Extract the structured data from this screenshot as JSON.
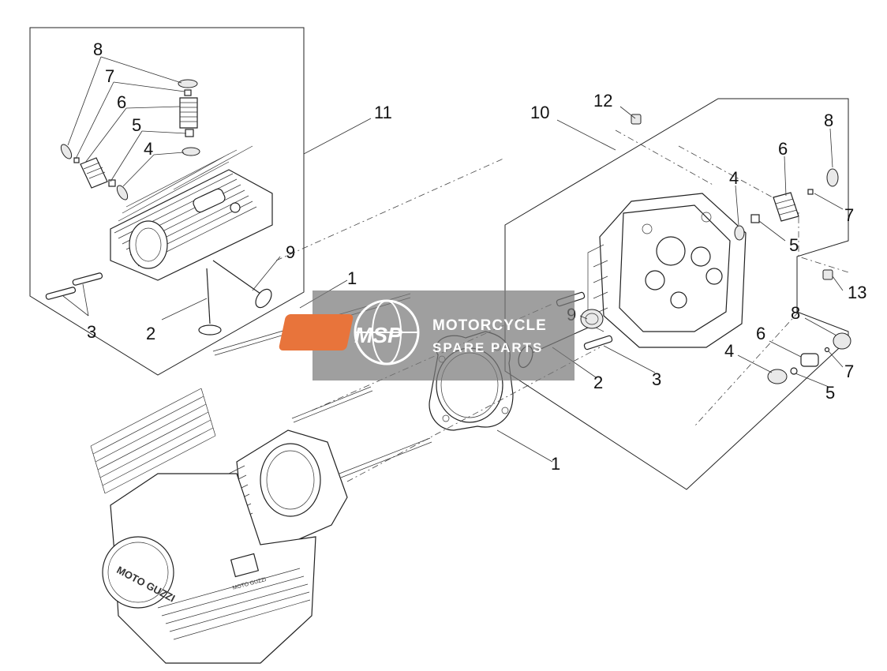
{
  "callouts": {
    "left_box": {
      "c8": "8",
      "c7": "7",
      "c6": "6",
      "c5": "5",
      "c4": "4",
      "c9": "9",
      "c3": "3",
      "c2": "2",
      "c11": "11"
    },
    "center": {
      "c1_top": "1",
      "c1_bottom": "1"
    },
    "right_box": {
      "c10": "10",
      "c12": "12",
      "c8_top": "8",
      "c6_top": "6",
      "c4_top": "4",
      "c5_top": "5",
      "c7_top": "7",
      "c13": "13",
      "c9": "9",
      "c2": "2",
      "c3": "3",
      "c8_bottom": "8",
      "c6_bottom": "6",
      "c4_bottom": "4",
      "c7_bottom": "7",
      "c5_bottom": "5"
    }
  },
  "watermark": {
    "logo": "MSP",
    "line1": "MOTORCYCLE",
    "line2": "SPARE PARTS"
  },
  "engine": {
    "brand_cover": "MOTO GUZZI",
    "brand_case": "MOTO GUZZI"
  },
  "colors": {
    "watermark_bg": "#7a7a7a",
    "watermark_logo": "#e8743b",
    "line": "#222222"
  }
}
